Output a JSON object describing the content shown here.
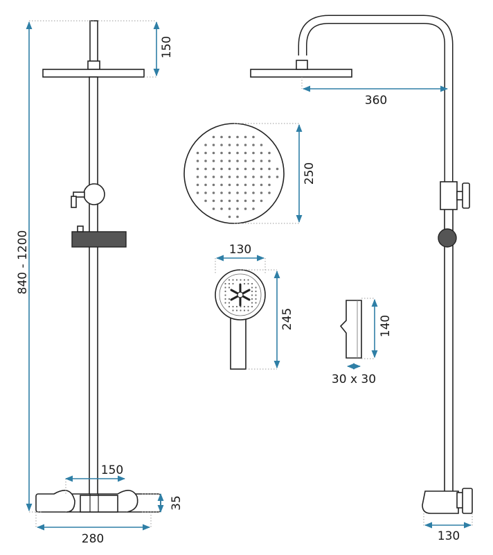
{
  "dimensions": {
    "total_height": "840 - 1200",
    "head_arm_drop": "150",
    "arm_reach": "360",
    "rain_head_diameter": "250",
    "hand_shower_width": "130",
    "hand_shower_length": "245",
    "holder_height": "140",
    "holder_base": "30 x 30",
    "mixer_spacing": "150",
    "mixer_depth": "35",
    "mixer_width": "280",
    "wall_offset": "130"
  },
  "colors": {
    "dimension_line": "#2f7fa6",
    "outline": "#222222",
    "dark_part": "#555555"
  }
}
